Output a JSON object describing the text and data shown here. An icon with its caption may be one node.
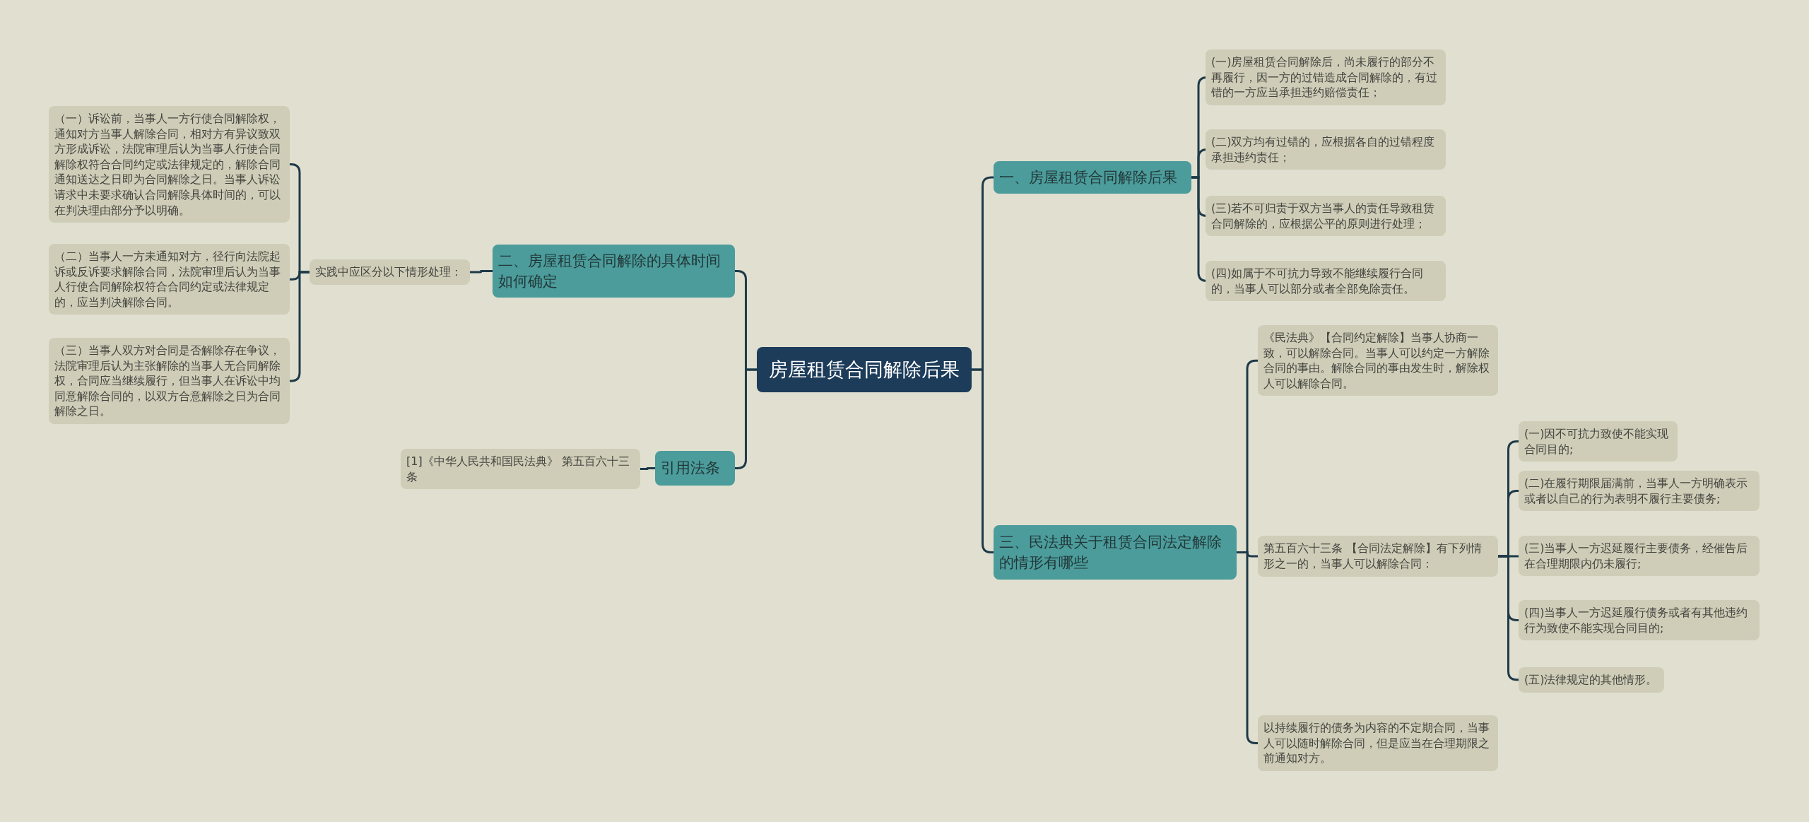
{
  "diagram": {
    "nodes": [
      {
        "text": [
          "房屋租赁合同解除后果"
        ]
      },
      {
        "text": [
          "二、房屋租赁合同解除的具体时间如何确定"
        ]
      },
      {
        "text": [
          "实践中应区分以下情形处理："
        ]
      },
      {
        "text": [
          "（一）诉讼前，当事人一方行使合同解除权，通知对方当事人解除合同，相对方有异议致双方形成诉讼，法院审理后认为当事人行使合同解除权符合合同约定或法律规定的，解除合同通知送达之日即为合同解除之日。当事人诉讼请求中未要求确认合同解除具体时间的，可以在判决理由部分予以明确。"
        ]
      },
      {
        "text": [
          "（二）当事人一方未通知对方，径行向法院起诉或反诉要求解除合同，法院审理后认为当事人行使合同解除权符合合同约定或法律规定的，应当判决解除合同。"
        ]
      },
      {
        "text": [
          "（三）当事人双方对合同是否解除存在争议，法院审理后认为主张解除的当事人无合同解除权，合同应当继续履行，但当事人在诉讼中均同意解除合同的，以双方合意解除之日为合同解除之日。"
        ]
      },
      {
        "text": [
          "引用法条"
        ]
      },
      {
        "text": [
          "[1]《中华人民共和国民法典》 第五百六十三条"
        ]
      },
      {
        "text": [
          "一、房屋租赁合同解除后果"
        ]
      },
      {
        "text": [
          "(一)房屋租赁合同解除后，尚未履行的部分不再履行，因一方的过错造成合同解除的，有过错的一方应当承担违约赔偿责任；"
        ]
      },
      {
        "text": [
          "(二)双方均有过错的，应根据各自的过错程度承担违约责任；"
        ]
      },
      {
        "text": [
          "(三)若不可归责于双方当事人的责任导致租赁合同解除的，应根据公平的原则进行处理；"
        ]
      },
      {
        "text": [
          "(四)如属于不可抗力导致不能继续履行合同的，当事人可以部分或者全部免除责任。"
        ]
      },
      {
        "text": [
          "三、民法典关于租赁合同法定解除的情形有哪些"
        ]
      },
      {
        "text": [
          "《民法典》【合同约定解除】当事人协商一致，可以解除合同。当事人可以约定一方解除合同的事由。解除合同的事由发生时，解除权人可以解除合同。"
        ]
      },
      {
        "text": [
          "第五百六十三条 【合同法定解除】有下列情形之一的，当事人可以解除合同："
        ]
      },
      {
        "text": [
          "以持续履行的债务为内容的不定期合同，当事人可以随时解除合同，但是应当在合理期限之前通知对方。"
        ]
      },
      {
        "text": [
          "(一)因不可抗力致使不能实现合同目的;"
        ]
      },
      {
        "text": [
          "(二)在履行期限届满前，当事人一方明确表示或者以自己的行为表明不履行主要债务;"
        ]
      },
      {
        "text": [
          "(三)当事人一方迟延履行主要债务，经催告后在合理期限内仍未履行;"
        ]
      },
      {
        "text": [
          "(四)当事人一方迟延履行债务或者有其他违约行为致使不能实现合同目的;"
        ]
      },
      {
        "text": [
          "(五)法律规定的其他情形。"
        ]
      }
    ],
    "edges": [
      {
        "from": 0,
        "to": 1,
        "arrow": "none"
      },
      {
        "from": 0,
        "to": 6,
        "arrow": "none"
      },
      {
        "from": 0,
        "to": 8,
        "arrow": "none"
      },
      {
        "from": 0,
        "to": 13,
        "arrow": "none"
      },
      {
        "from": 1,
        "to": 2,
        "arrow": "none"
      },
      {
        "from": 2,
        "to": 3,
        "arrow": "none"
      },
      {
        "from": 2,
        "to": 4,
        "arrow": "none"
      },
      {
        "from": 2,
        "to": 5,
        "arrow": "none"
      },
      {
        "from": 6,
        "to": 7,
        "arrow": "none"
      },
      {
        "from": 8,
        "to": 9,
        "arrow": "none"
      },
      {
        "from": 8,
        "to": 10,
        "arrow": "none"
      },
      {
        "from": 8,
        "to": 11,
        "arrow": "none"
      },
      {
        "from": 8,
        "to": 12,
        "arrow": "none"
      },
      {
        "from": 13,
        "to": 14,
        "arrow": "none"
      },
      {
        "from": 13,
        "to": 15,
        "arrow": "none"
      },
      {
        "from": 13,
        "to": 16,
        "arrow": "none"
      },
      {
        "from": 15,
        "to": 17,
        "arrow": "none"
      },
      {
        "from": 15,
        "to": 18,
        "arrow": "none"
      },
      {
        "from": 15,
        "to": 19,
        "arrow": "none"
      },
      {
        "from": 15,
        "to": 20,
        "arrow": "none"
      },
      {
        "from": 15,
        "to": 21,
        "arrow": "none"
      }
    ]
  }
}
